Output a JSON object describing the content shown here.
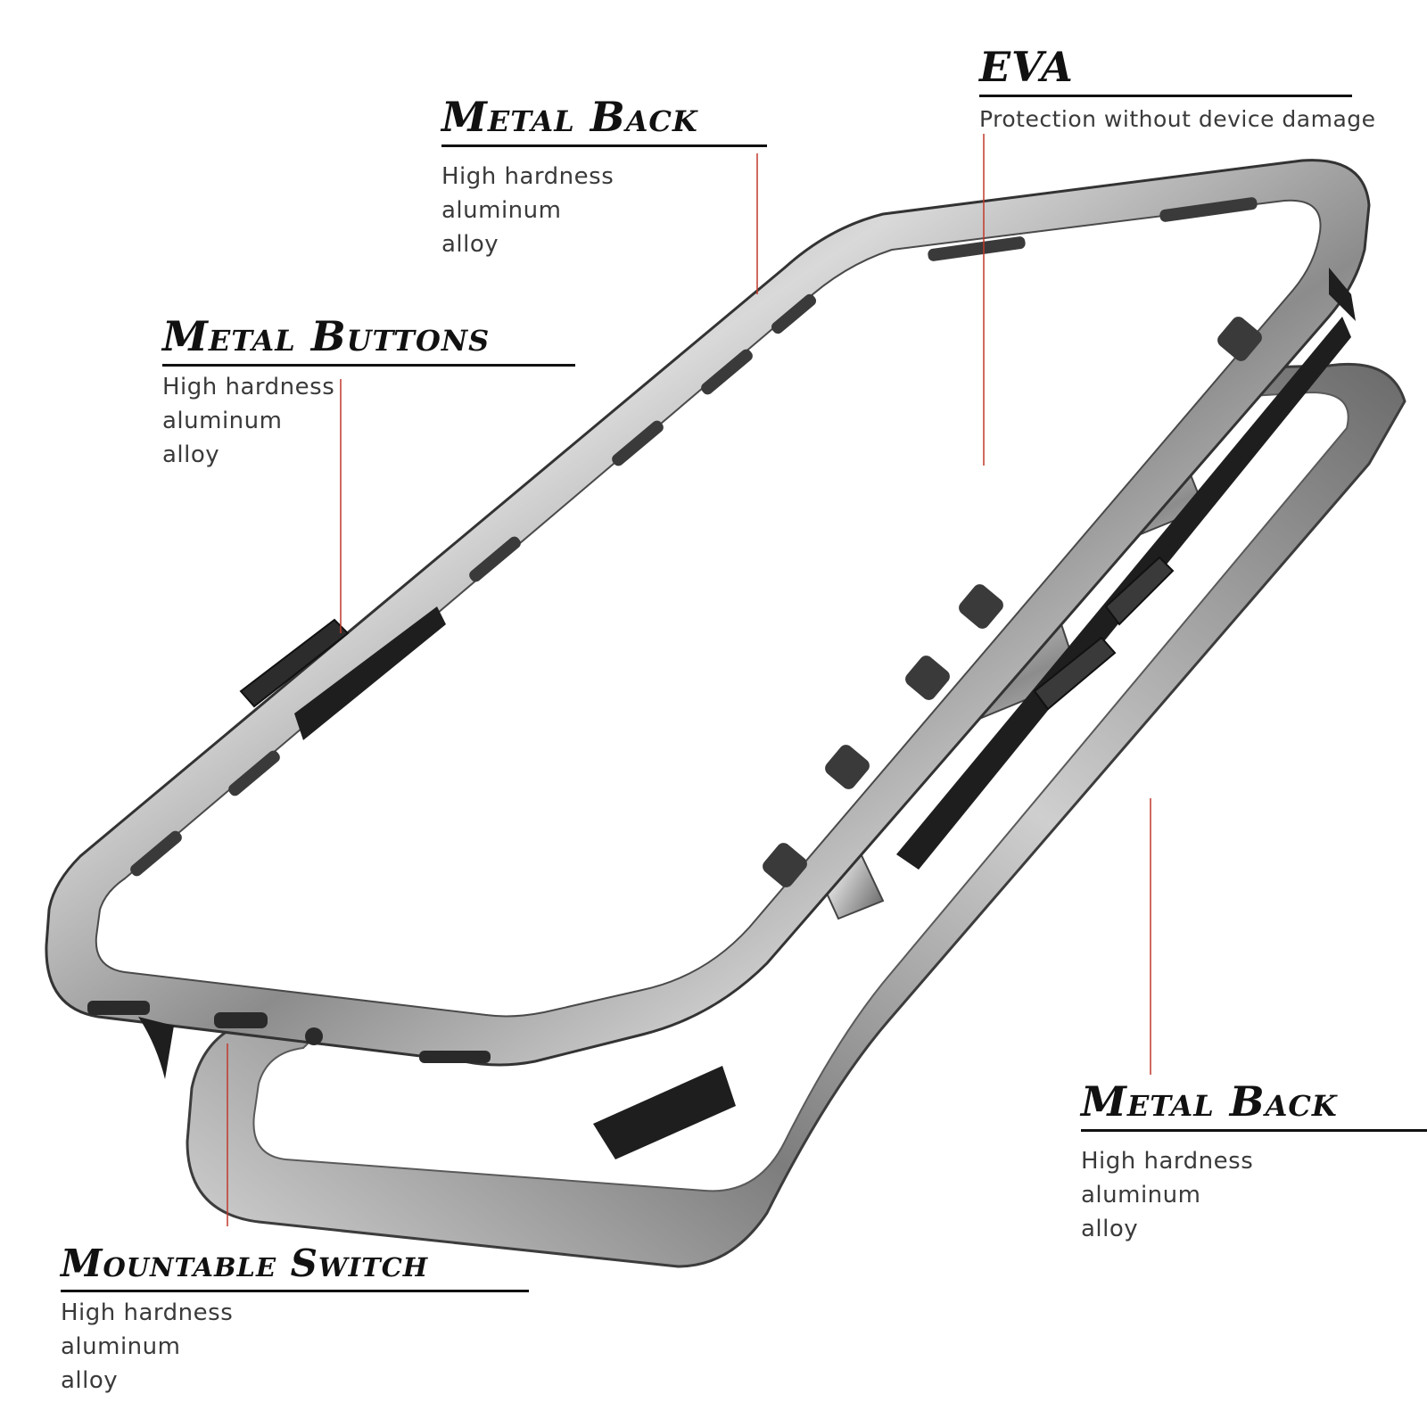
{
  "colors": {
    "leader_line": "#c0392b",
    "metal_light": "#e8e8e8",
    "metal_mid": "#9a9a9a",
    "metal_dark": "#4a4a4a",
    "gasket": "#1e1e1e"
  },
  "callouts": {
    "metal_back_top": {
      "title": "Metal Back",
      "desc": "High hardness\naluminum\nalloy"
    },
    "eva": {
      "title": "EVA",
      "desc": "Protection without device damage"
    },
    "metal_buttons": {
      "title": "Metal Buttons",
      "desc": "High hardness\naluminum\nalloy"
    },
    "metal_back_right": {
      "title": "Metal Back",
      "desc": "High hardness\naluminum\nalloy"
    },
    "mountable_switch": {
      "title": "Mountable Switch",
      "desc": "High hardness\naluminum\nalloy"
    }
  }
}
